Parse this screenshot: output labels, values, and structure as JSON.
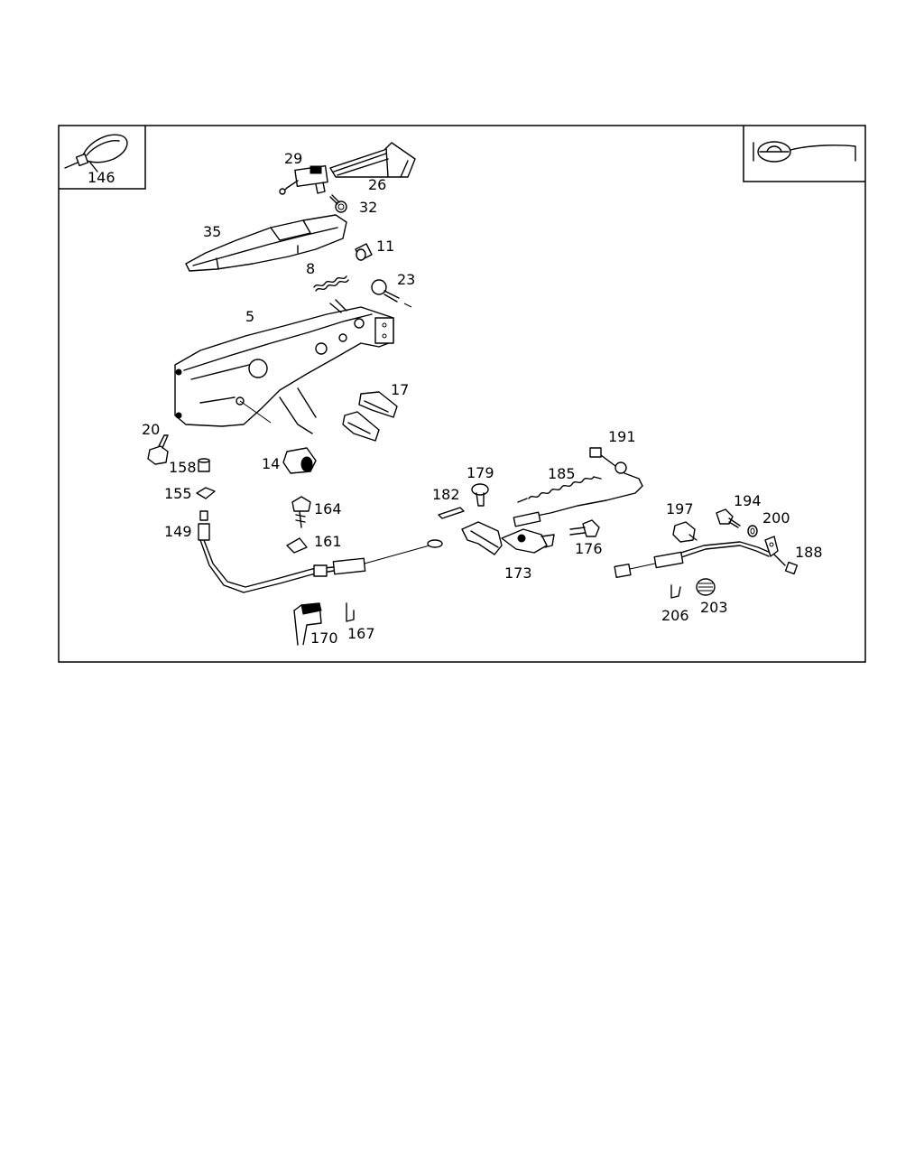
{
  "inset_left": {
    "label": "146",
    "icon": "cable-tie-icon"
  },
  "inset_right": {
    "icon": "steering-wheel-icon"
  },
  "callouts": [
    {
      "id": "c29",
      "text": "29"
    },
    {
      "id": "c26",
      "text": "26"
    },
    {
      "id": "c32",
      "text": "32"
    },
    {
      "id": "c35",
      "text": "35"
    },
    {
      "id": "c11",
      "text": "11"
    },
    {
      "id": "c8",
      "text": "8"
    },
    {
      "id": "c23",
      "text": "23"
    },
    {
      "id": "c5",
      "text": "5"
    },
    {
      "id": "c17",
      "text": "17"
    },
    {
      "id": "c20",
      "text": "20"
    },
    {
      "id": "c158",
      "text": "158"
    },
    {
      "id": "c14",
      "text": "14"
    },
    {
      "id": "c155",
      "text": "155"
    },
    {
      "id": "c149",
      "text": "149"
    },
    {
      "id": "c164",
      "text": "164"
    },
    {
      "id": "c161",
      "text": "161"
    },
    {
      "id": "c170",
      "text": "170"
    },
    {
      "id": "c167",
      "text": "167"
    },
    {
      "id": "c179",
      "text": "179"
    },
    {
      "id": "c182",
      "text": "182"
    },
    {
      "id": "c185",
      "text": "185"
    },
    {
      "id": "c191",
      "text": "191"
    },
    {
      "id": "c173",
      "text": "173"
    },
    {
      "id": "c176",
      "text": "176"
    },
    {
      "id": "c197",
      "text": "197"
    },
    {
      "id": "c194",
      "text": "194"
    },
    {
      "id": "c200",
      "text": "200"
    },
    {
      "id": "c188",
      "text": "188"
    },
    {
      "id": "c206",
      "text": "206"
    },
    {
      "id": "c203",
      "text": "203"
    }
  ]
}
